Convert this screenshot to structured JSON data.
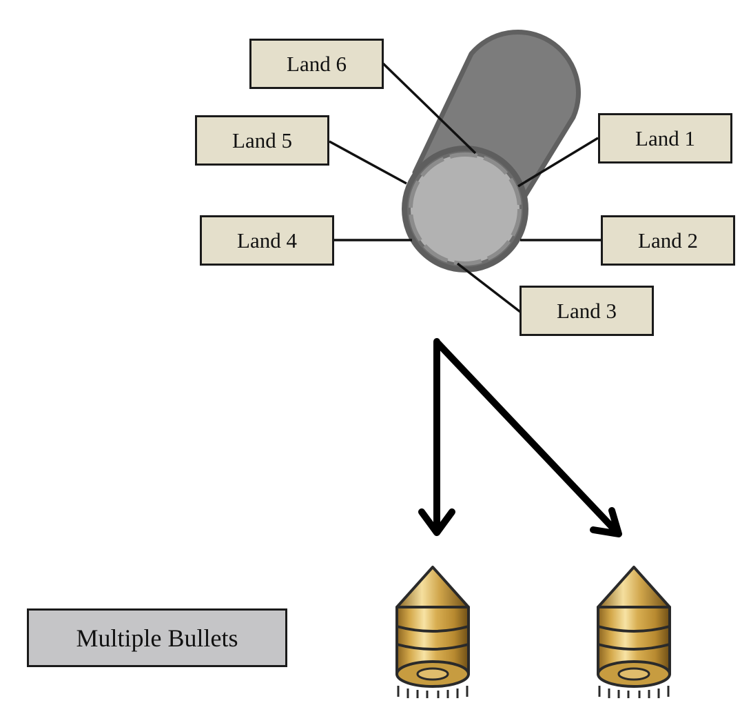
{
  "labels": {
    "land1": "Land 1",
    "land2": "Land 2",
    "land3": "Land 3",
    "land4": "Land 4",
    "land5": "Land 5",
    "land6": "Land 6",
    "caption": "Multiple Bullets"
  },
  "colors": {
    "label_fill": "#e4dfcb",
    "caption_fill": "#c5c5c7",
    "barrel_body": "#7a7a7a",
    "barrel_edge": "#5e5e5e",
    "bore_face": "#b0b0b0",
    "bore_lands": "#8a8a8a",
    "leader_lines": "#111111",
    "arrows": "#000000",
    "bullet_gold": "#c89a3c",
    "bullet_highlight": "#f4dd9a",
    "bullet_dark": "#7a5a1c"
  },
  "icons": {
    "barrel": "gun-barrel-icon",
    "bullet": "bullet-icon"
  }
}
